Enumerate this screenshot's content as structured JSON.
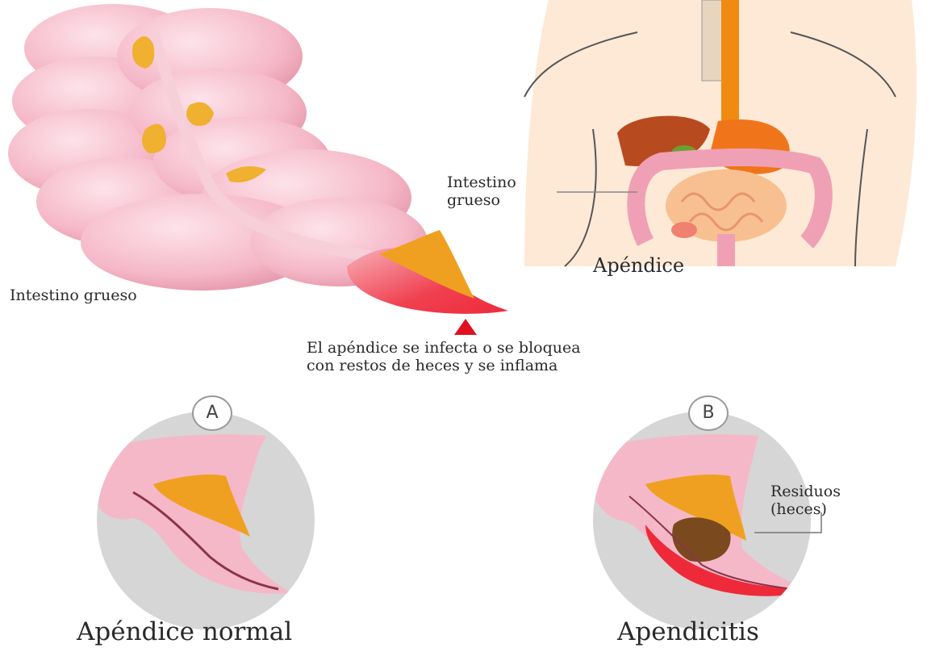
{
  "labels": {
    "colon_top_right_line1": "Intestino",
    "colon_top_right_line2": "grueso",
    "appendix_top_right": "Apéndice",
    "colon_left": "Intestino grueso",
    "caption_line1": "El apéndice se infecta o se bloquea",
    "caption_line2": "con restos de heces y se inflama",
    "panel_a_letter": "A",
    "panel_b_letter": "B",
    "residue_line1": "Residuos",
    "residue_line2": "(heces)",
    "panel_a_title": "Apéndice normal",
    "panel_b_title": "Apendicitis"
  },
  "colors": {
    "intestine_pink": "#f5b8c8",
    "mucus_orange": "#f0a020",
    "inflamed_red": "#ee2a3a",
    "panel_gray": "#d6d6d6",
    "skin": "#fde9d6",
    "feces_brown": "#7a4a1e"
  }
}
